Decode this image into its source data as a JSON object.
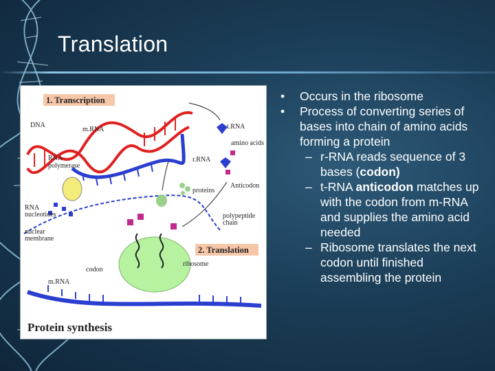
{
  "slide": {
    "title": "Translation"
  },
  "figure": {
    "label_transcription": "1. Transcription",
    "label_translation": "2. Translation",
    "label_dna": "DNA",
    "label_mrna_top": "m.RNA",
    "label_rna_polymerase_1": "RNA",
    "label_rna_polymerase_2": "polymerase",
    "label_rna_nucleotides_1": "RNA",
    "label_rna_nucleotides_2": "nucleotides",
    "label_nuclear_membrane_1": "nuclear",
    "label_nuclear_membrane_2": "membrane",
    "label_trna": "t.RNA",
    "label_amino_acids": "amino acids",
    "label_rrna": "r.RNA",
    "label_proteins": "proteins",
    "label_anticodon": "Anticodon",
    "label_polypeptide_1": "polypeptide",
    "label_polypeptide_2": "chain",
    "label_ribosome": "ribosome",
    "label_codon": "codon",
    "label_mrna_bottom": "m.RNA",
    "caption": "Protein synthesis"
  },
  "bullets": {
    "b1": "Occurs in the ribosome",
    "b2": "Process of converting series of bases into chain of amino acids forming a protein",
    "b2_1": "r-RNA reads sequence of 3 bases (",
    "b2_1_bold": "codon)",
    "b2_2_pre": "t-RNA ",
    "b2_2_bold": "anticodon",
    "b2_2_post": " matches up with the codon from m-RNA and supplies the amino acid needed",
    "b2_3": "Ribosome translates the next codon until finished assembling the protein"
  },
  "colors": {
    "background": "#1b3d57",
    "title": "#ffffff",
    "dna_red": "#e02020",
    "mrna_blue": "#2a3fd0",
    "ribosome_green": "#b6f2a0",
    "label_box": "#f6c6a8"
  }
}
